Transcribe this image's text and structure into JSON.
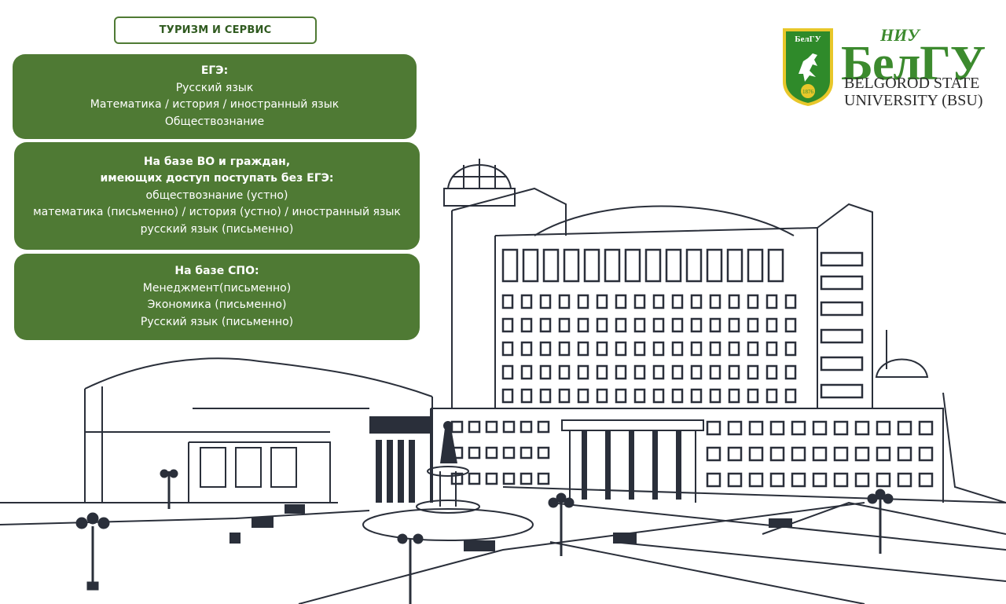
{
  "heading": "ТУРИЗМ И СЕРВИС",
  "boxes": [
    {
      "title": "ЕГЭ:",
      "lines": [
        "Русский язык",
        "Математика / история / иностранный язык",
        "Обществознание"
      ]
    },
    {
      "title_lines": [
        "На базе ВО и граждан,",
        "имеющих доступ поступать без ЕГЭ:"
      ],
      "lines": [
        "обществознание (устно)",
        "математика (письменно) / история (устно) / иностранный язык",
        "русский язык (письменно)"
      ]
    },
    {
      "title": "На базе СПО:",
      "lines": [
        "Менеджмент(письменно)",
        "Экономика (письменно)",
        "Русский язык (письменно)"
      ]
    }
  ],
  "logo": {
    "crest_text": "БелГУ",
    "crest_year": "1876",
    "niu": "НИУ",
    "wordmark": "БелГУ",
    "english_line1": "BELGOROD STATE",
    "english_line2": "UNIVERSITY (BSU)"
  },
  "colors": {
    "box_green": "#4f7a34",
    "logo_green": "#3c8a2e",
    "crest_yellow": "#e8c72a",
    "line_art": "#2a2f3a"
  }
}
